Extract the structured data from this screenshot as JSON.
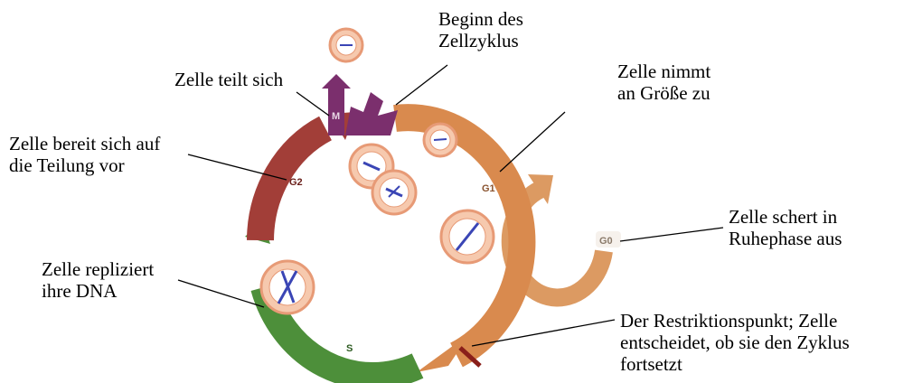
{
  "colors": {
    "g1": "#d98a4e",
    "g0": "#dc9a62",
    "s": "#4d8f3a",
    "g2": "#a23e38",
    "m": "#7b2f6d",
    "restriction": "#8a1f1a",
    "cell_fill": "#f6c9ae",
    "cell_ring": "#e79a76",
    "cell_core": "#ffffff",
    "chromosome": "#3a45b5"
  },
  "phases": {
    "m": "M",
    "g1": "G1",
    "g0": "G0",
    "s": "S",
    "g2": "G2"
  },
  "labels": {
    "beginn": [
      "Beginn des",
      "Zellzyklus"
    ],
    "teilt": [
      "Zelle teilt sich"
    ],
    "groesse": [
      "Zelle nimmt",
      "an Größe zu"
    ],
    "bereit": [
      "Zelle bereit sich auf",
      "die Teilung vor"
    ],
    "ruhe": [
      "Zelle schert in",
      "Ruhephase aus"
    ],
    "repliziert": [
      "Zelle repliziert",
      "ihre DNA"
    ],
    "restriktion": [
      "Der Restriktionspunkt; Zelle",
      "entscheidet, ob sie den Zyklus",
      "fortsetzt"
    ]
  }
}
